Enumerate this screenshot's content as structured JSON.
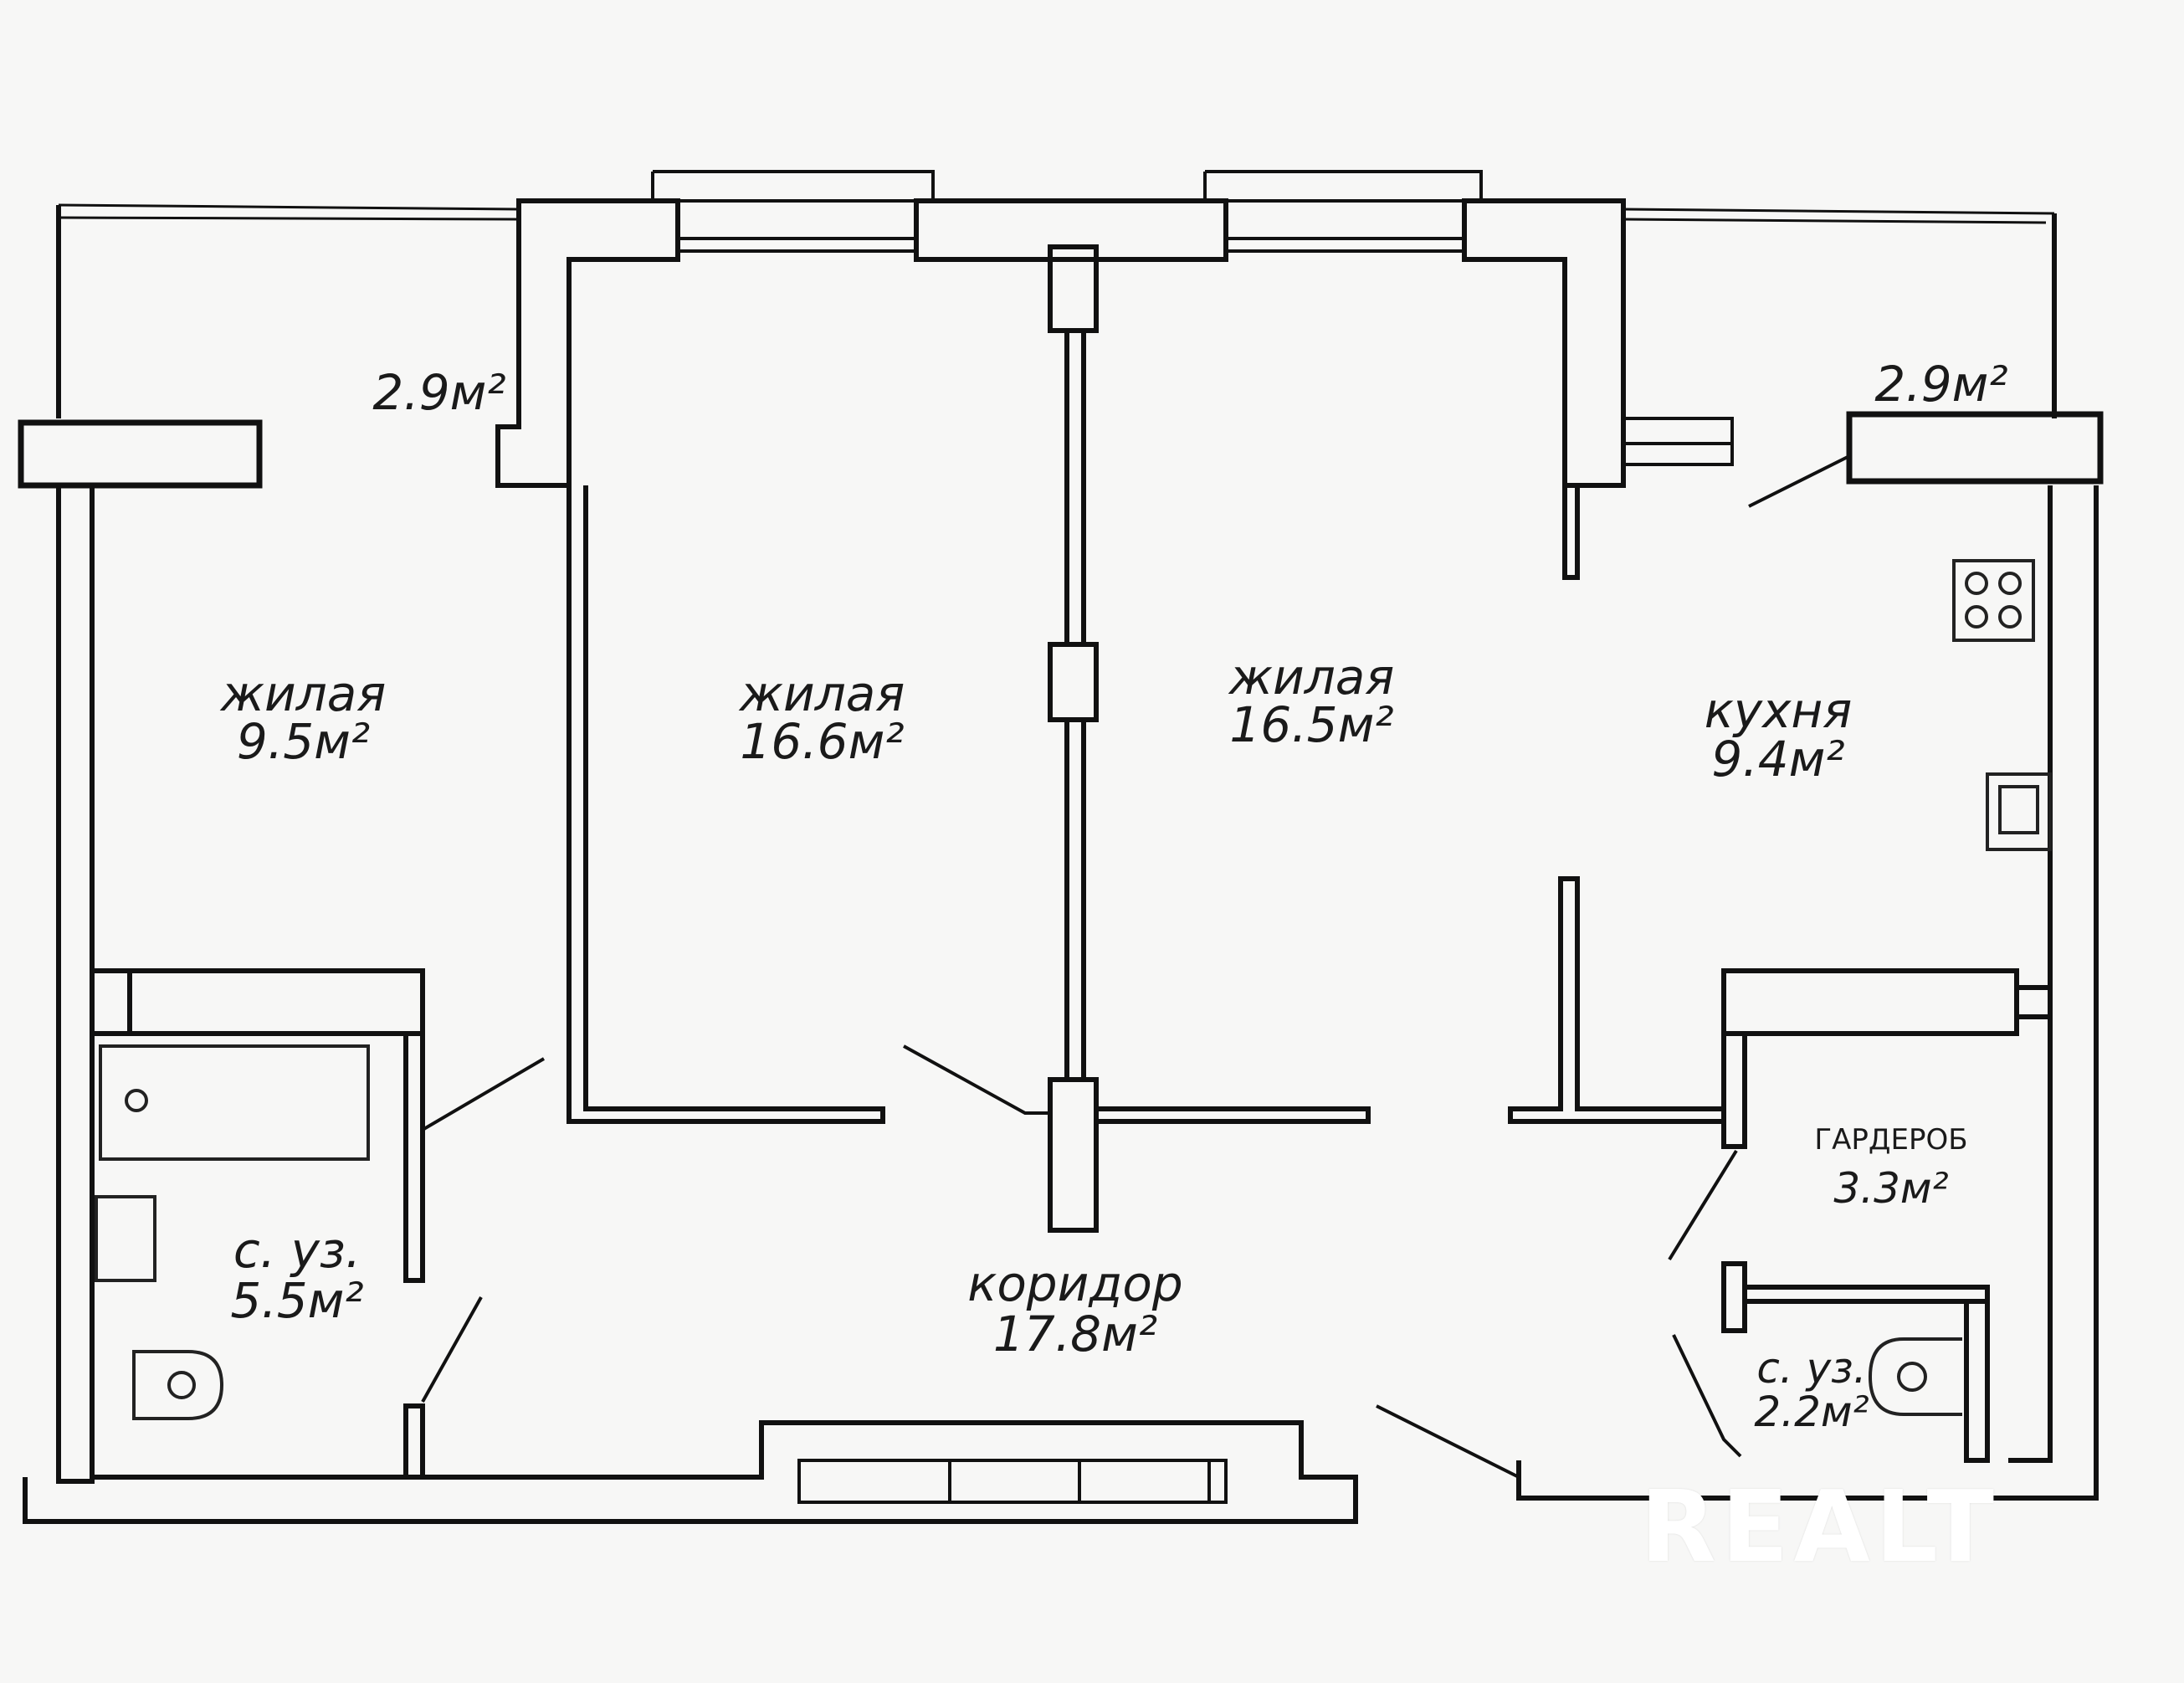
{
  "rooms": {
    "living1": {
      "name": "жилая",
      "area": "9.5м²"
    },
    "living2": {
      "name": "жилая",
      "area": "16.6м²"
    },
    "living3": {
      "name": "жилая",
      "area": "16.5м²"
    },
    "kitchen": {
      "name": "кухня",
      "area": "9.4м²"
    },
    "bath1": {
      "name": "с. уз.",
      "area": "5.5м²"
    },
    "corridor": {
      "name": "коридор",
      "area": "17.8м²"
    },
    "wardrobe": {
      "name": "ГАРДЕРОБ",
      "area": "3.3м²"
    },
    "bath2": {
      "name": "с. уз.",
      "area": "2.2м²"
    }
  },
  "balconies": {
    "left": {
      "area": "2.9м²"
    },
    "right": {
      "area": "2.9м²"
    }
  },
  "watermark": "REALT"
}
